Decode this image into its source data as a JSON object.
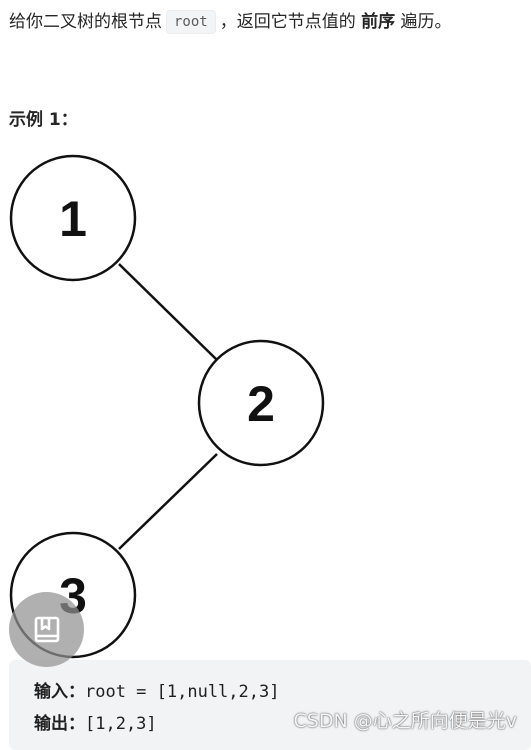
{
  "description": {
    "prefix": "给你二叉树的根节点",
    "code": "root",
    "middle": "，返回它节点值的",
    "emphasis": "前序",
    "suffix": "遍历。"
  },
  "example": {
    "heading": "示例 1："
  },
  "tree": {
    "nodes": [
      {
        "label": "1"
      },
      {
        "label": "2"
      },
      {
        "label": "3"
      }
    ]
  },
  "code_block": {
    "input_label": "输入：",
    "input_value": "root = [1,null,2,3]",
    "output_label": "输出：",
    "output_value": "[1,2,3]"
  },
  "floating_button": {
    "icon": "bookmark-book-icon"
  },
  "watermark": {
    "text": "CSDN @心之所向便是光v"
  }
}
